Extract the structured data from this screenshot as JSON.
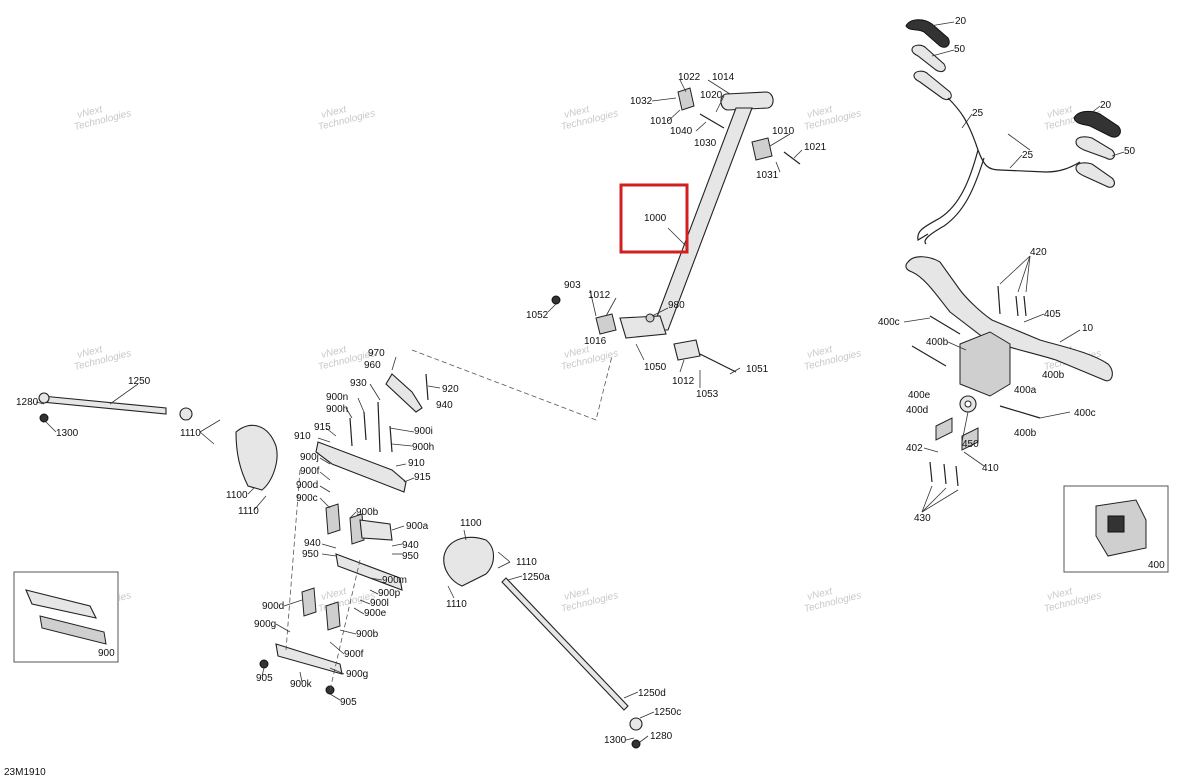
{
  "diagram_id": "23M1910",
  "highlight_label": "1000",
  "watermark": {
    "line1": "vNext",
    "line2": "Technologies"
  },
  "labels": [
    "20",
    "50",
    "25",
    "25",
    "20",
    "50",
    "1022",
    "1014",
    "1032",
    "1020",
    "1010",
    "1040",
    "1030",
    "1010",
    "1021",
    "1031",
    "1000",
    "903",
    "1012",
    "980",
    "1052",
    "1016",
    "1050",
    "1012",
    "1051",
    "1053",
    "970",
    "960",
    "920",
    "930",
    "940",
    "900n",
    "900h",
    "900i",
    "900h",
    "915",
    "910",
    "910",
    "900j",
    "915",
    "900f",
    "900d",
    "900c",
    "900b",
    "900a",
    "940",
    "950",
    "940",
    "950",
    "900m",
    "900p",
    "900l",
    "900e",
    "900d",
    "900g",
    "900b",
    "900f",
    "905",
    "900k",
    "900g",
    "905",
    "1250",
    "1280",
    "1300",
    "1110",
    "1100",
    "1110",
    "1100",
    "1110",
    "1250a",
    "1110",
    "1250d",
    "1250c",
    "1300",
    "1280",
    "420",
    "405",
    "10",
    "400c",
    "400b",
    "400b",
    "400a",
    "400e",
    "400d",
    "400c",
    "400b",
    "450",
    "402",
    "410",
    "430",
    "400",
    "900"
  ]
}
